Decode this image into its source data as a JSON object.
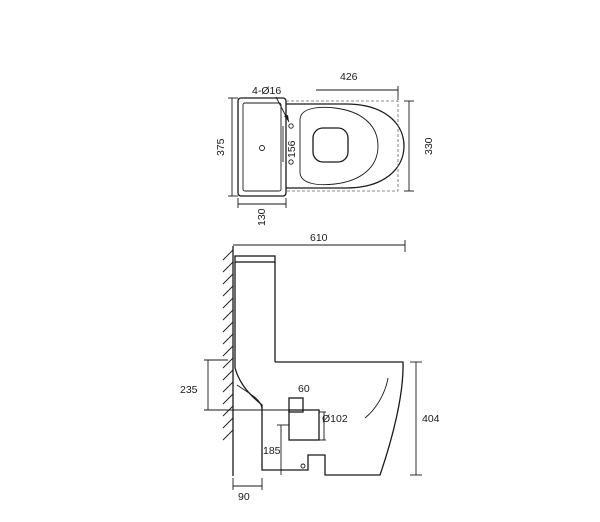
{
  "top_view": {
    "dim_length": "426",
    "dim_width": "330",
    "dim_tank_depth": "375",
    "dim_holes": "4-Ø16",
    "dim_hole_spacing": "156",
    "dim_tank_width": "130"
  },
  "side_view": {
    "dim_total_length": "610",
    "dim_inlet_height": "235",
    "dim_outlet_width": "60",
    "dim_outlet_diameter": "Ø102",
    "dim_height": "404",
    "dim_outlet_height": "185",
    "dim_wall_offset": "90"
  }
}
